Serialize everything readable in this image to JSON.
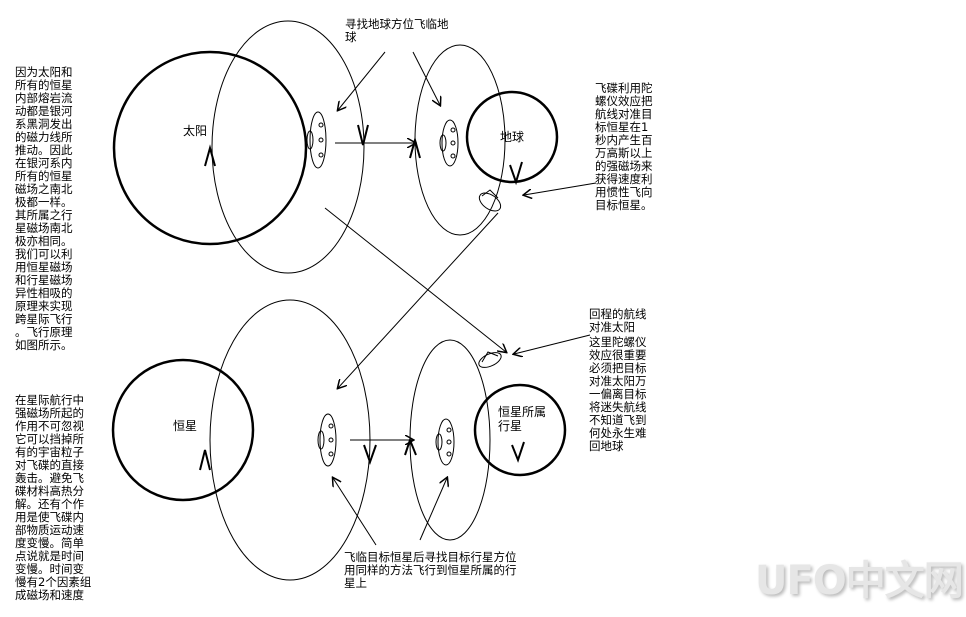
{
  "title_note": "寻找地球方位飞临地\n球",
  "left_top_note": "因为太阳和\n所有的恒星\n内部熔岩流\n动都是银河\n系黑洞发出\n的磁力线所\n推动。因此\n在银河系内\n所有的恒星\n磁场之南北\n极都一样。\n其所属之行\n星磁场南北\n极亦相同。\n我们可以利\n用恒星磁场\n和行星磁场\n异性相吸的\n原理来实现\n跨星际飞行\n。飞行原理\n如图所示。",
  "left_bottom_note": "在星际航行中\n强磁场所起的\n作用不可忽视\n它可以挡掉所\n有的宇宙粒子\n对飞碟的直接\n轰击。避免飞\n碟材料高热分\n解。还有个作\n用是使飞碟内\n部物质运动速\n度变慢。简单\n点说就是时间\n变慢。时间变\n慢有2个因素组\n成磁场和速度",
  "right_top_note": "飞碟利用陀\n螺仪效应把\n航线对准目\n标恒星在1\n秒内产生百\n万高斯以上\n的强磁场来\n获得速度利\n用惯性飞向\n目标恒星。",
  "right_return_note": "回程的航线\n对准太阳",
  "right_gyro_note": "这里陀螺仪\n效应很重要\n必须把目标\n对准太阳万\n一偏离目标\n将迷失航线\n不知道飞到\n何处永生难\n回地球",
  "bottom_note": "飞临目标恒星后寻找目标行星方位\n用同样的方法飞行到恒星所属的行\n星上",
  "labels": {
    "sun": "太阳",
    "earth": "地球",
    "star": "恒星",
    "planet": "恒星所属\n行星"
  },
  "watermark": "UFO中文网"
}
